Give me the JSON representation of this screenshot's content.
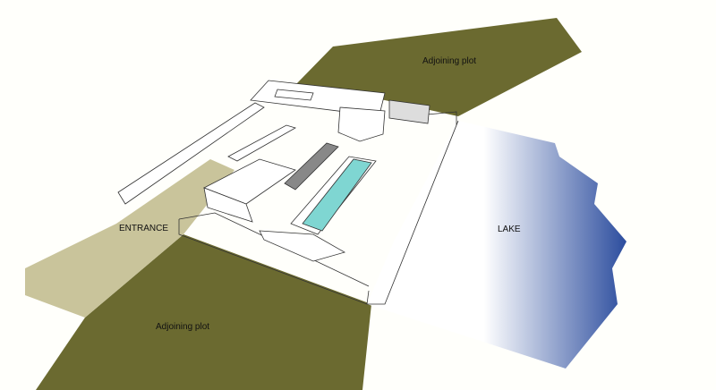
{
  "labels": {
    "adjoining_top": "Adjoining plot",
    "adjoining_bottom": "Adjoining plot",
    "entrance": "ENTRANCE",
    "lake": "LAKE"
  },
  "colors": {
    "plot": "#6b6a30",
    "entrance": "#c9c49b",
    "lake": "#2c4d9e",
    "pool": "#7fd6d2"
  }
}
